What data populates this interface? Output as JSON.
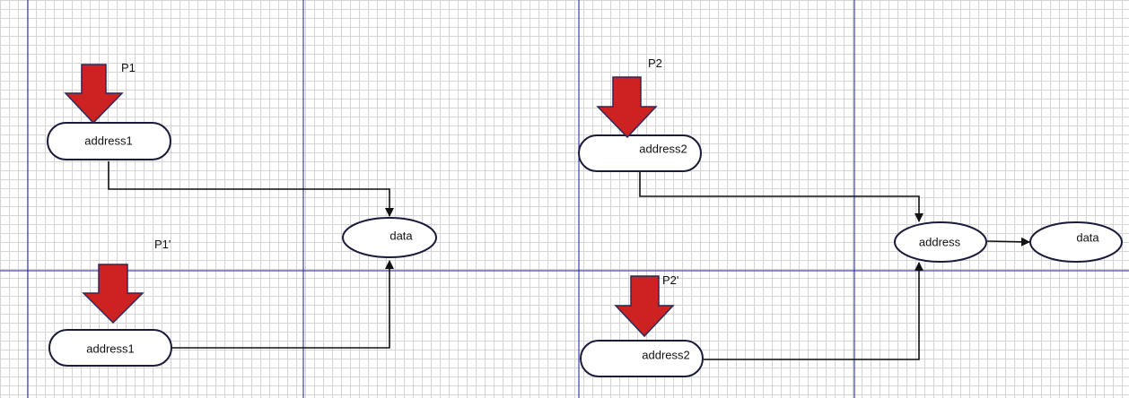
{
  "colors": {
    "grid_line": "#1a1aa0",
    "arrow_fill": "#cc2222",
    "arrow_stroke": "#2a2a5a",
    "node_stroke": "#1a1a3a",
    "connector": "#111111"
  },
  "labels": {
    "p1": "P1",
    "p1_prime": "P1'",
    "p2": "P2",
    "p2_prime": "P2'"
  },
  "nodes": {
    "left_address_top": "address1",
    "left_address_bottom": "address1",
    "left_data": "data",
    "right_address_top": "address2",
    "right_address_bottom": "address2",
    "right_address": "address",
    "right_data": "data"
  },
  "icons": {
    "pointer": "red-down-arrow-icon"
  }
}
